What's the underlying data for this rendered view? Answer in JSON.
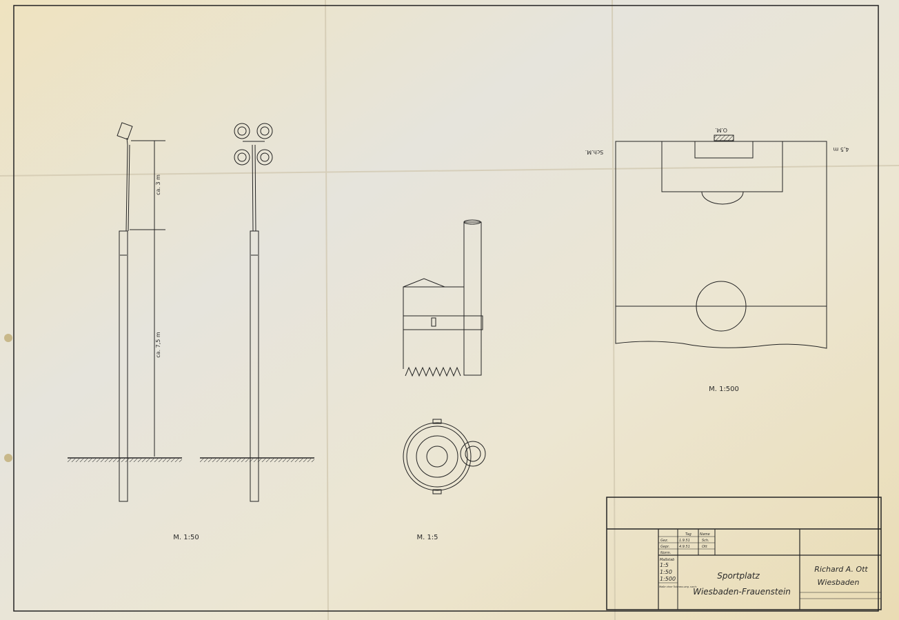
{
  "drawing": {
    "views": {
      "pole_scale": "M. 1:50",
      "detail_scale": "M. 1:5",
      "field_scale": "M. 1:500"
    },
    "dimensions": {
      "upper": "ca. 3 m",
      "lower": "ca. 7,5 m"
    },
    "field_labels": {
      "top": "O.M.",
      "left": "Sch.M.",
      "right": "4,5 m"
    },
    "title_block": {
      "col_day": "Tag",
      "col_name": "Name",
      "row_drawn": "Gez.",
      "row_checked": "Gepr.",
      "row_norm": "Norm.",
      "drawn_date": "1.9.51",
      "drawn_name": "Sch.",
      "checked_date": "4.9.51",
      "checked_name": "Ott",
      "scale_label": "Maßstab",
      "scales": [
        "1:5",
        "1:50",
        "1:500"
      ],
      "tolerance_note": "Maße ohne Toleranz-ang. nach:",
      "project_line1": "Sportplatz",
      "project_line2": "Wiesbaden-Frauenstein",
      "author_line1": "Richard A. Ott",
      "author_line2": "Wiesbaden"
    }
  }
}
